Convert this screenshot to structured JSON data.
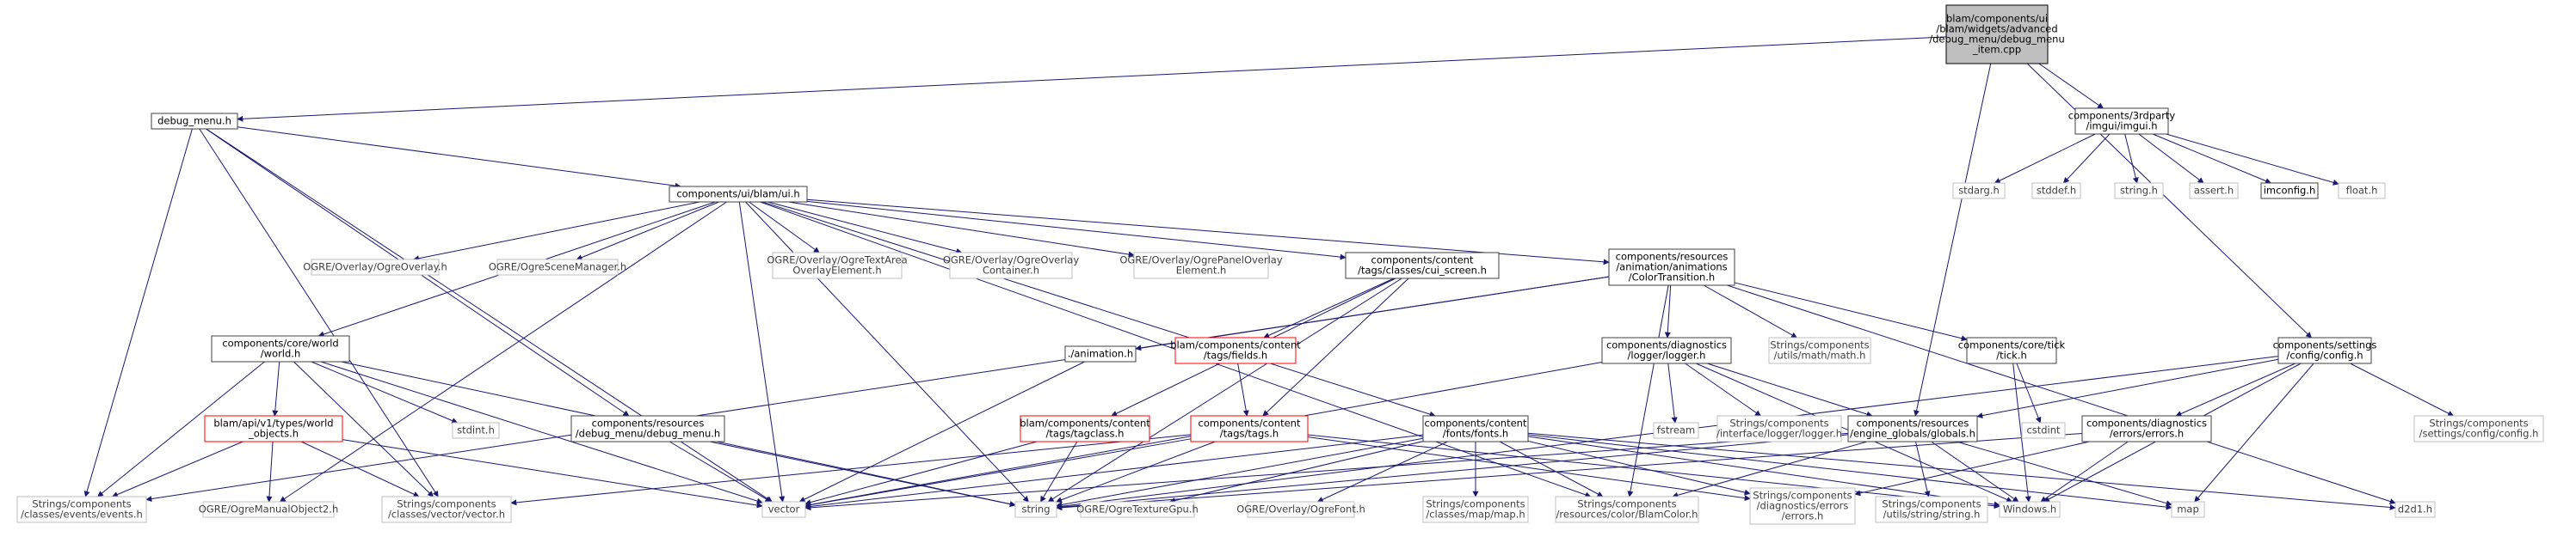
{
  "diagram": {
    "type": "include-dependency-graph",
    "colors": {
      "edge": "#191970",
      "node_default_border": "#404040",
      "node_system_border": "#bfbfbf",
      "node_missing_border": "#ff0000",
      "root_fill": "#bfbfbf",
      "text_default": "#000000",
      "text_system": "#404040"
    },
    "nodes": [
      {
        "id": "root",
        "lines": [
          "blam/components/ui",
          "/blam/widgets/advanced",
          "/debug_menu/debug_menu",
          "_item.cpp"
        ],
        "style": "root"
      },
      {
        "id": "debug_menu",
        "lines": [
          "debug_menu.h"
        ],
        "style": "normal"
      },
      {
        "id": "imgui",
        "lines": [
          "components/3rdparty",
          "/imgui/imgui.h"
        ],
        "style": "normal"
      },
      {
        "id": "stdarg",
        "lines": [
          "stdarg.h"
        ],
        "style": "system"
      },
      {
        "id": "stddef",
        "lines": [
          "stddef.h"
        ],
        "style": "system"
      },
      {
        "id": "string_h",
        "lines": [
          "string.h"
        ],
        "style": "system"
      },
      {
        "id": "assert",
        "lines": [
          "assert.h"
        ],
        "style": "system"
      },
      {
        "id": "imconfig",
        "lines": [
          "imconfig.h"
        ],
        "style": "normal"
      },
      {
        "id": "float",
        "lines": [
          "float.h"
        ],
        "style": "system"
      },
      {
        "id": "ui",
        "lines": [
          "components/ui/blam/ui.h"
        ],
        "style": "normal"
      },
      {
        "id": "ogreoverlay",
        "lines": [
          "OGRE/Overlay/OgreOverlay.h"
        ],
        "style": "system"
      },
      {
        "id": "ogrescene",
        "lines": [
          "OGRE/OgreSceneManager.h"
        ],
        "style": "system"
      },
      {
        "id": "ogretextarea",
        "lines": [
          "OGRE/Overlay/OgreTextArea",
          "OverlayElement.h"
        ],
        "style": "system"
      },
      {
        "id": "ogrecontainer",
        "lines": [
          "OGRE/Overlay/OgreOverlay",
          "Container.h"
        ],
        "style": "system"
      },
      {
        "id": "ogrepanel",
        "lines": [
          "OGRE/Overlay/OgrePanelOverlay",
          "Element.h"
        ],
        "style": "system"
      },
      {
        "id": "cui_screen",
        "lines": [
          "components/content",
          "/tags/classes/cui_screen.h"
        ],
        "style": "normal"
      },
      {
        "id": "colortrans",
        "lines": [
          "components/resources",
          "/animation/animations",
          "/ColorTransition.h"
        ],
        "style": "normal"
      },
      {
        "id": "config",
        "lines": [
          "components/settings",
          "/config/config.h"
        ],
        "style": "normal"
      },
      {
        "id": "world",
        "lines": [
          "components/core/world",
          "/world.h"
        ],
        "style": "normal"
      },
      {
        "id": "animation",
        "lines": [
          "./animation.h"
        ],
        "style": "normal"
      },
      {
        "id": "fields",
        "lines": [
          "blam/components/content",
          "/tags/fields.h"
        ],
        "style": "missing"
      },
      {
        "id": "logger",
        "lines": [
          "components/diagnostics",
          "/logger/logger.h"
        ],
        "style": "normal"
      },
      {
        "id": "mathh",
        "lines": [
          "Strings/components",
          "/utils/math/math.h"
        ],
        "style": "system"
      },
      {
        "id": "tick",
        "lines": [
          "components/core/tick",
          "/tick.h"
        ],
        "style": "normal"
      },
      {
        "id": "world_objects",
        "lines": [
          "blam/api/v1/types/world",
          "_objects.h"
        ],
        "style": "missing"
      },
      {
        "id": "stdint",
        "lines": [
          "stdint.h"
        ],
        "style": "system"
      },
      {
        "id": "res_debug_menu",
        "lines": [
          "components/resources",
          "/debug_menu/debug_menu.h"
        ],
        "style": "normal"
      },
      {
        "id": "tagclass",
        "lines": [
          "blam/components/content",
          "/tags/tagclass.h"
        ],
        "style": "missing"
      },
      {
        "id": "tags",
        "lines": [
          "components/content",
          "/tags/tags.h"
        ],
        "style": "missing"
      },
      {
        "id": "fonts",
        "lines": [
          "components/content",
          "/fonts/fonts.h"
        ],
        "style": "normal"
      },
      {
        "id": "fstream",
        "lines": [
          "fstream"
        ],
        "style": "system"
      },
      {
        "id": "logger_str",
        "lines": [
          "Strings/components",
          "/interface/logger/logger.h"
        ],
        "style": "system"
      },
      {
        "id": "globals",
        "lines": [
          "components/resources",
          "/engine_globals/globals.h"
        ],
        "style": "normal"
      },
      {
        "id": "cstdint",
        "lines": [
          "cstdint"
        ],
        "style": "system"
      },
      {
        "id": "errors",
        "lines": [
          "components/diagnostics",
          "/errors/errors.h"
        ],
        "style": "normal"
      },
      {
        "id": "config_str",
        "lines": [
          "Strings/components",
          "/settings/config/config.h"
        ],
        "style": "system"
      },
      {
        "id": "events",
        "lines": [
          "Strings/components",
          "/classes/events/events.h"
        ],
        "style": "system"
      },
      {
        "id": "ogremanual",
        "lines": [
          "OGRE/OgreManualObject2.h"
        ],
        "style": "system"
      },
      {
        "id": "vector_h",
        "lines": [
          "Strings/components",
          "/classes/vector/vector.h"
        ],
        "style": "system"
      },
      {
        "id": "vector",
        "lines": [
          "vector"
        ],
        "style": "system"
      },
      {
        "id": "string",
        "lines": [
          "string"
        ],
        "style": "system"
      },
      {
        "id": "ogretexture",
        "lines": [
          "OGRE/OgreTextureGpu.h"
        ],
        "style": "system"
      },
      {
        "id": "ogrefont",
        "lines": [
          "OGRE/Overlay/OgreFont.h"
        ],
        "style": "system"
      },
      {
        "id": "map_h",
        "lines": [
          "Strings/components",
          "/classes/map/map.h"
        ],
        "style": "system"
      },
      {
        "id": "blamcolor",
        "lines": [
          "Strings/components",
          "/resources/color/BlamColor.h"
        ],
        "style": "system"
      },
      {
        "id": "errors_str",
        "lines": [
          "Strings/components",
          "/diagnostics/errors",
          "/errors.h"
        ],
        "style": "system"
      },
      {
        "id": "string_str",
        "lines": [
          "Strings/components",
          "/utils/string/string.h"
        ],
        "style": "system"
      },
      {
        "id": "windows",
        "lines": [
          "Windows.h"
        ],
        "style": "system"
      },
      {
        "id": "map",
        "lines": [
          "map"
        ],
        "style": "system"
      },
      {
        "id": "d2d1",
        "lines": [
          "d2d1.h"
        ],
        "style": "system"
      }
    ],
    "edges": [
      [
        "root",
        "debug_menu"
      ],
      [
        "root",
        "imgui"
      ],
      [
        "root",
        "globals"
      ],
      [
        "root",
        "config"
      ],
      [
        "imgui",
        "stdarg"
      ],
      [
        "imgui",
        "stddef"
      ],
      [
        "imgui",
        "string_h"
      ],
      [
        "imgui",
        "assert"
      ],
      [
        "imgui",
        "imconfig"
      ],
      [
        "imgui",
        "float"
      ],
      [
        "debug_menu",
        "ui"
      ],
      [
        "debug_menu",
        "events"
      ],
      [
        "debug_menu",
        "vector_h"
      ],
      [
        "debug_menu",
        "res_debug_menu"
      ],
      [
        "debug_menu",
        "vector"
      ],
      [
        "ui",
        "ogreoverlay"
      ],
      [
        "ui",
        "ogrescene"
      ],
      [
        "ui",
        "ogretextarea"
      ],
      [
        "ui",
        "ogrecontainer"
      ],
      [
        "ui",
        "ogrepanel"
      ],
      [
        "ui",
        "cui_screen"
      ],
      [
        "ui",
        "colortrans"
      ],
      [
        "ui",
        "world"
      ],
      [
        "ui",
        "fonts"
      ],
      [
        "ui",
        "ogremanual"
      ],
      [
        "ui",
        "vector"
      ],
      [
        "ui",
        "string"
      ],
      [
        "ui",
        "blamcolor"
      ],
      [
        "cui_screen",
        "fields"
      ],
      [
        "cui_screen",
        "tagclass"
      ],
      [
        "cui_screen",
        "tags"
      ],
      [
        "cui_screen",
        "string"
      ],
      [
        "colortrans",
        "animation"
      ],
      [
        "colortrans",
        "logger"
      ],
      [
        "colortrans",
        "mathh"
      ],
      [
        "colortrans",
        "tick"
      ],
      [
        "colortrans",
        "blamcolor"
      ],
      [
        "colortrans",
        "d2d1"
      ],
      [
        "colortrans",
        "events"
      ],
      [
        "world",
        "world_objects"
      ],
      [
        "world",
        "stdint"
      ],
      [
        "world",
        "events"
      ],
      [
        "world",
        "vector_h"
      ],
      [
        "world",
        "vector"
      ],
      [
        "world",
        "string"
      ],
      [
        "world_objects",
        "events"
      ],
      [
        "world_objects",
        "ogremanual"
      ],
      [
        "world_objects",
        "vector_h"
      ],
      [
        "world_objects",
        "vector"
      ],
      [
        "res_debug_menu",
        "vector"
      ],
      [
        "res_debug_menu",
        "string"
      ],
      [
        "animation",
        "vector"
      ],
      [
        "fields",
        "tags"
      ],
      [
        "tags",
        "vector_h"
      ],
      [
        "tags",
        "vector"
      ],
      [
        "tags",
        "string"
      ],
      [
        "tags",
        "windows"
      ],
      [
        "tags",
        "errors_str"
      ],
      [
        "tagclass",
        "vector"
      ],
      [
        "tagclass",
        "string"
      ],
      [
        "fonts",
        "ogretexture"
      ],
      [
        "fonts",
        "ogrefont"
      ],
      [
        "fonts",
        "map_h"
      ],
      [
        "fonts",
        "blamcolor"
      ],
      [
        "fonts",
        "errors_str"
      ],
      [
        "fonts",
        "string"
      ],
      [
        "fonts",
        "vector"
      ],
      [
        "fonts",
        "windows"
      ],
      [
        "fonts",
        "map"
      ],
      [
        "fonts",
        "d2d1"
      ],
      [
        "logger",
        "fstream"
      ],
      [
        "logger",
        "logger_str"
      ],
      [
        "logger",
        "globals"
      ],
      [
        "logger",
        "windows"
      ],
      [
        "logger",
        "vector"
      ],
      [
        "tick",
        "cstdint"
      ],
      [
        "tick",
        "windows"
      ],
      [
        "globals",
        "map"
      ],
      [
        "globals",
        "string_str"
      ],
      [
        "globals",
        "string"
      ],
      [
        "globals",
        "windows"
      ],
      [
        "globals",
        "vector"
      ],
      [
        "globals",
        "blamcolor"
      ],
      [
        "config",
        "globals"
      ],
      [
        "config",
        "errors"
      ],
      [
        "config",
        "config_str"
      ],
      [
        "config",
        "windows"
      ],
      [
        "config",
        "map"
      ],
      [
        "config",
        "string"
      ],
      [
        "errors",
        "errors_str"
      ],
      [
        "errors",
        "windows"
      ],
      [
        "errors",
        "string"
      ]
    ]
  }
}
